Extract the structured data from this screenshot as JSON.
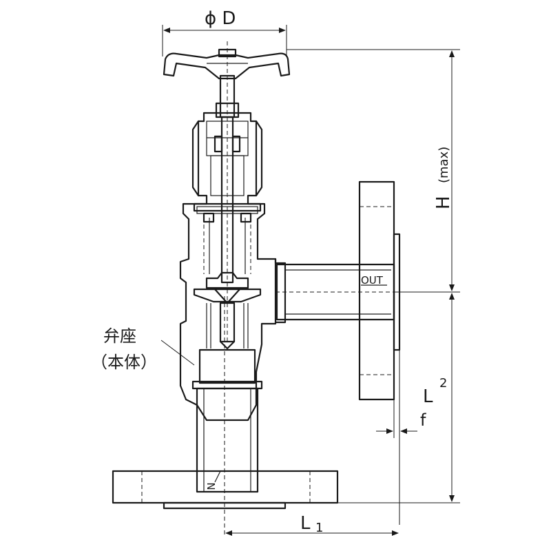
{
  "labels": {
    "diameter": "ϕ D",
    "height": "H",
    "height_note": "(max)",
    "outlet": "OUT",
    "inlet": "IN",
    "length_1_main": "L",
    "length_1_sub": "1",
    "length_2_main": "L",
    "length_2_sub": "2",
    "flange": "f",
    "seat_line1": "弁座",
    "seat_line2": "（本体）"
  }
}
